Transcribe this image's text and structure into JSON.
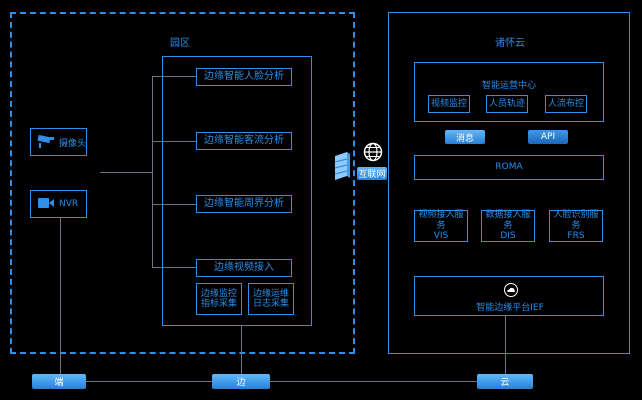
{
  "park": {
    "title": "园区",
    "devices": [
      {
        "icon": "camera-icon",
        "label": "摄像头"
      },
      {
        "icon": "nvr-icon",
        "label": "NVR"
      }
    ],
    "edge_services": [
      "边缘智能人脸分析",
      "边缘智能客流分析",
      "边缘智能周界分析",
      "边缘视频接入"
    ],
    "edge_sub": [
      "边缘监控\n指标采集",
      "边缘运维\n日志采集"
    ]
  },
  "internet": {
    "label": "互联网"
  },
  "cloud": {
    "title": "诸怀云",
    "ops_center": {
      "title": "智能运营中心",
      "items": [
        "视频监控",
        "人员轨迹",
        "人流布控"
      ]
    },
    "badges": [
      "消息",
      "API"
    ],
    "roma": "ROMA",
    "services": [
      "视频接入服务\nVIS",
      "数据接入服务\nDIS",
      "人脸识别服务\nFRS"
    ],
    "platform": "智能边缘平台IEF"
  },
  "bottom": {
    "labels": [
      "端",
      "边",
      "云"
    ]
  }
}
